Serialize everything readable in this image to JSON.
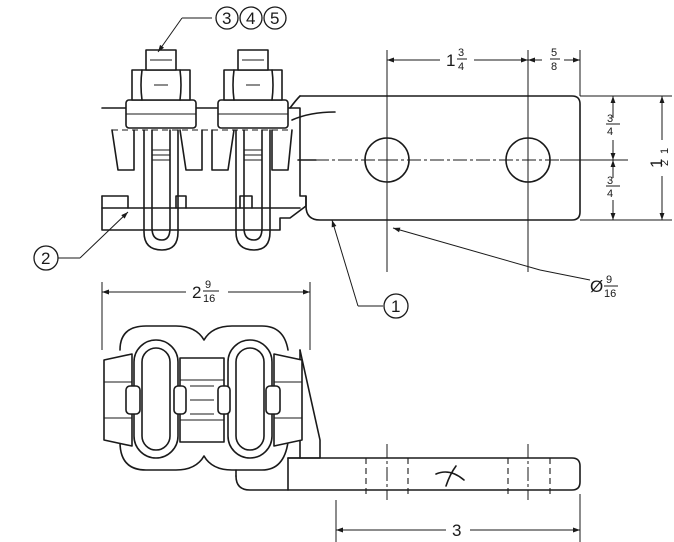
{
  "callouts": {
    "c1": "1",
    "c2": "2",
    "c3": "3",
    "c4": "4",
    "c5": "5"
  },
  "dimensions": {
    "hole_spacing": {
      "whole": "1",
      "num": "3",
      "den": "4"
    },
    "edge_distance": {
      "num": "5",
      "den": "8"
    },
    "tongue_width": {
      "whole": "1",
      "num": "1",
      "den": "2"
    },
    "upper_offset": {
      "num": "3",
      "den": "4"
    },
    "lower_offset": {
      "num": "3",
      "den": "4"
    },
    "hole_diameter": {
      "prefix": "Ø",
      "num": "9",
      "den": "16"
    },
    "body_width": {
      "whole": "2",
      "num": "9",
      "den": "16"
    },
    "tongue_length": {
      "whole": "3"
    }
  }
}
